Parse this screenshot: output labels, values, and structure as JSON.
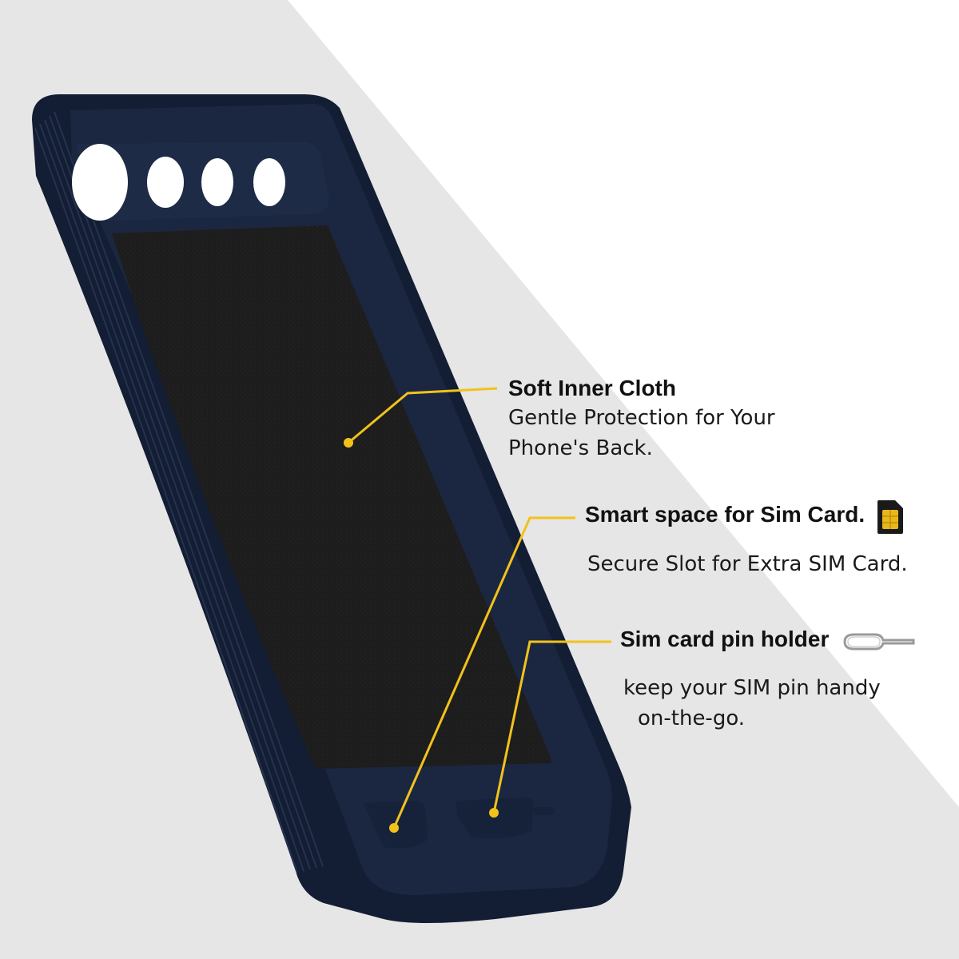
{
  "colors": {
    "background_panel": "#e6e6e6",
    "background_white": "#ffffff",
    "case_navy": "#1b2740",
    "case_edge": "#131d33",
    "inner_cloth": "#1c1c1c",
    "callout_yellow": "#f2c21b"
  },
  "callouts": {
    "cloth": {
      "title": "Soft Inner Cloth",
      "line1": "Gentle Protection for Your",
      "line2": "Phone's Back."
    },
    "sim_space": {
      "title": "Smart space for Sim Card.",
      "icon": "sim-card-icon",
      "desc": "Secure Slot for Extra SIM Card."
    },
    "pin_holder": {
      "title": "Sim card pin holder",
      "icon": "sim-eject-pin-icon",
      "line1": "keep your SIM pin handy",
      "line2": "on-the-go."
    }
  }
}
